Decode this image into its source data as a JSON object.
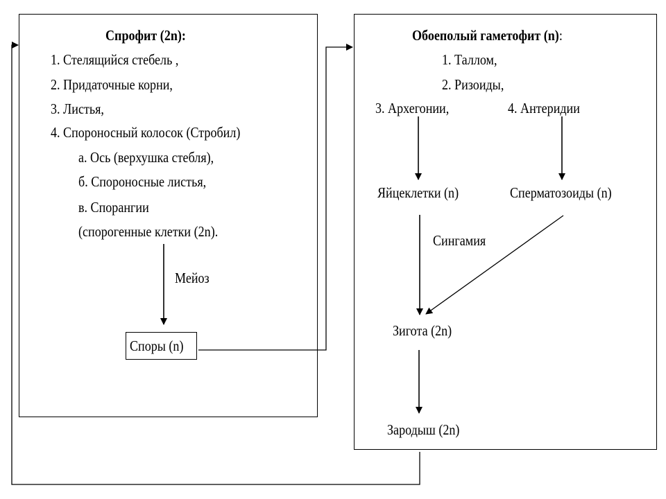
{
  "sporophyte": {
    "title": "Спрофит (2n):",
    "items": [
      "1. Стелящийся стебель ,",
      "2. Придаточные корни,",
      "3. Листья,",
      "4. Спороносный колосок (Стробил)"
    ],
    "subitems": [
      "а. Ось (верхушка стебля),",
      "б. Спороносные листья,",
      "в. Спорангии",
      "(спорогенные клетки (2n)."
    ],
    "meiosis_label": "Мейоз",
    "spores_label": "Споры (n)"
  },
  "gametophyte": {
    "title": "Обоеполый гаметофит (n)",
    "title_suffix": ":",
    "items": [
      "1. Таллом,",
      "2. Ризоиды,"
    ],
    "archegonia": "3. Архегонии,",
    "antheridia": "4. Антеридии",
    "eggs": "Яйцеклетки (n)",
    "sperm": "Сперматозоиды (n)",
    "syngamy_label": "Сингамия",
    "zygote": "Зигота (2n)",
    "embryo": "Зародыш (2n)"
  }
}
